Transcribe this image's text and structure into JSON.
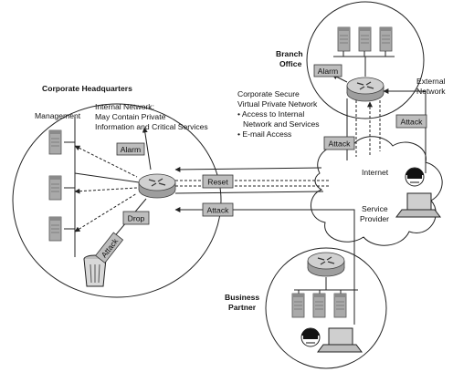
{
  "corporate_hq": {
    "title": "Corporate Headquarters",
    "management_label": "Management",
    "internal_network_lines": [
      "Internal Network:",
      "May Contain Private",
      "Information and Critical Services"
    ]
  },
  "branch_office": {
    "title_lines": [
      "Branch",
      "Office"
    ]
  },
  "external_network": {
    "lines": [
      "External",
      "Network"
    ]
  },
  "vpn_description": {
    "lines": [
      "Corporate Secure",
      "Virtual Private Network",
      "• Access to Internal",
      "  Network and Services",
      "• E-mail Access"
    ]
  },
  "cloud": {
    "internet_label": "Internet",
    "service_provider_lines": [
      "Service",
      "Provider"
    ]
  },
  "business_partner": {
    "title_lines": [
      "Business",
      "Partner"
    ]
  },
  "tags": {
    "alarm_hq": "Alarm",
    "alarm_branch": "Alarm",
    "reset": "Reset",
    "attack_middle": "Attack",
    "attack_branch_left": "Attack",
    "attack_external": "Attack",
    "drop": "Drop",
    "attack_bin": "Attack"
  },
  "colors": {
    "server_fill": "#a9a9a9",
    "router_fill": "#c8c8c8",
    "tag_fill": "#bdbdbd",
    "line": "#222222"
  }
}
